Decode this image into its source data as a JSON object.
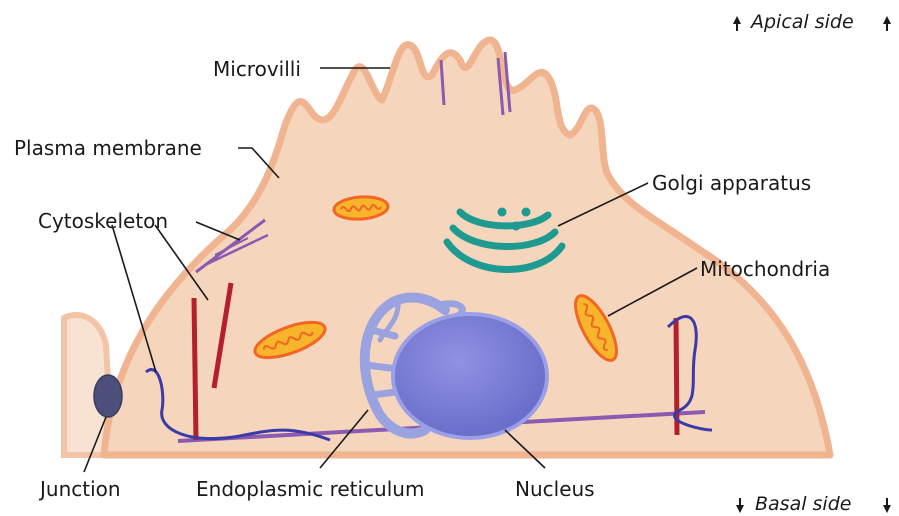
{
  "labels": {
    "microvilli": "Microvilli",
    "plasma_membrane": "Plasma membrane",
    "cytoskeleton": "Cytoskeleton",
    "junction": "Junction",
    "endoplasmic_reticulum": "Endoplasmic reticulum",
    "nucleus": "Nucleus",
    "golgi_apparatus": "Golgi apparatus",
    "mitochondria": "Mitochondria"
  },
  "orientation": {
    "apical": "Apical side",
    "basal": "Basal side"
  },
  "colors": {
    "cytoplasm": "#f5d6bd",
    "membrane": "#f0b491",
    "neighbor_cell": "#f8e3d2",
    "nucleus": "#7d7fd6",
    "nucleus_edge": "#9b9fe6",
    "er": "#9aa3e0",
    "golgi": "#1f9a90",
    "mito_outer": "#f26522",
    "mito_inner": "#f7b52c",
    "cytoskeleton_red": "#b3202a",
    "cytoskeleton_blue": "#3a3aa8",
    "cytoskeleton_purple": "#8a5bb0",
    "junction": "#4b4f7a"
  }
}
